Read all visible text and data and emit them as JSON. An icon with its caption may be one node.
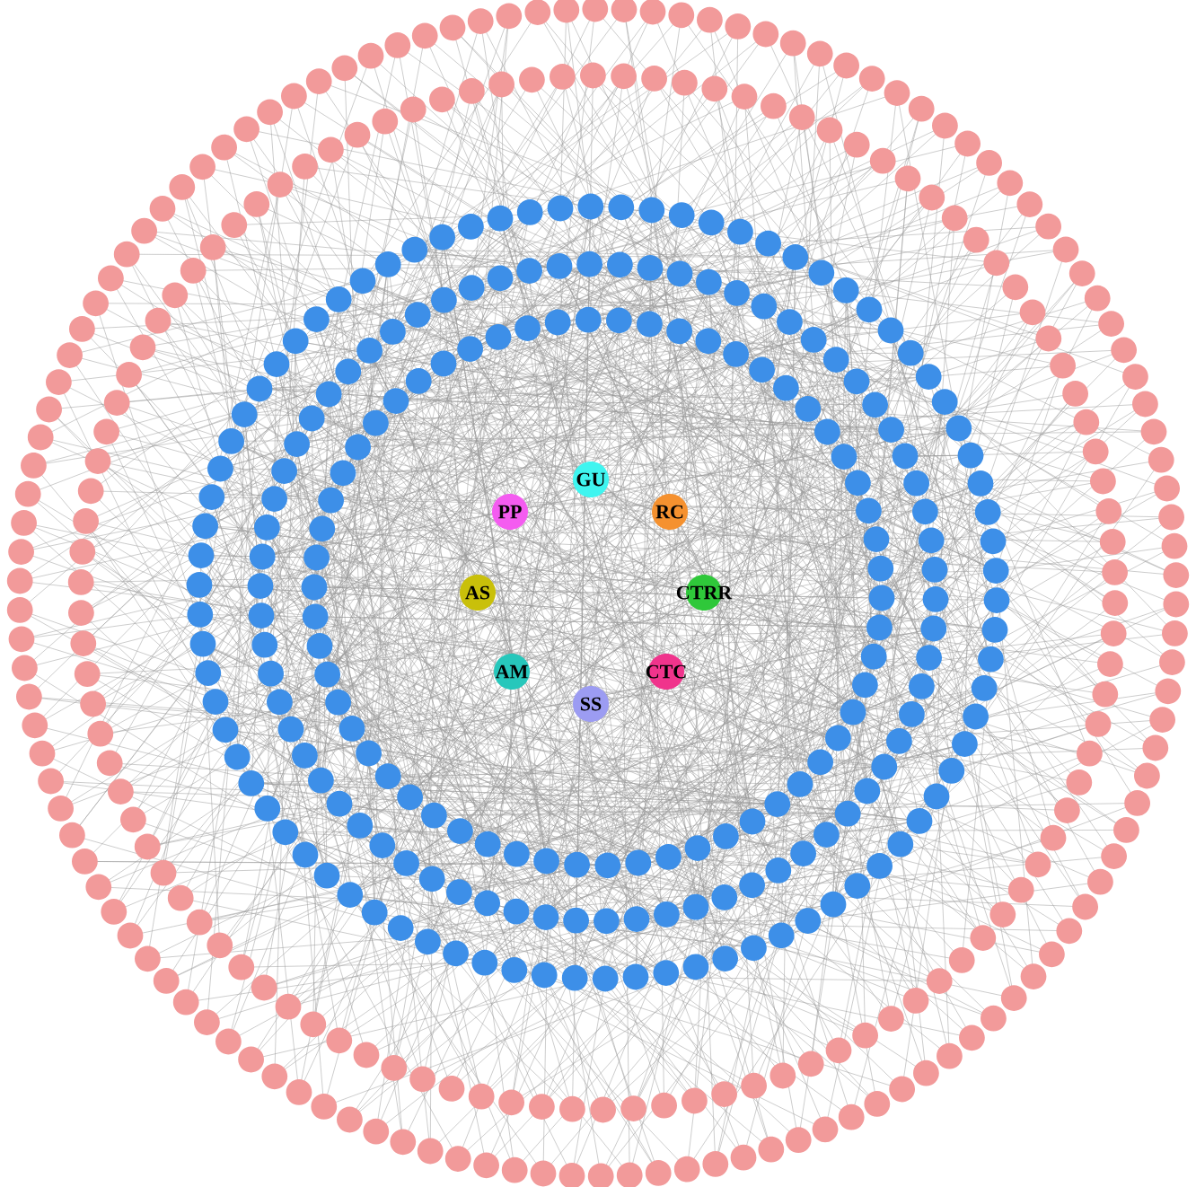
{
  "diagram": {
    "nodes": [
      {
        "text": [
          "GU"
        ]
      },
      {
        "text": [
          "PP"
        ]
      },
      {
        "text": [
          "RC"
        ]
      },
      {
        "text": [
          "AS"
        ]
      },
      {
        "text": [
          "CTRR"
        ]
      },
      {
        "text": [
          "AM"
        ]
      },
      {
        "text": [
          "CTC"
        ]
      },
      {
        "text": [
          "SS"
        ]
      }
    ]
  }
}
